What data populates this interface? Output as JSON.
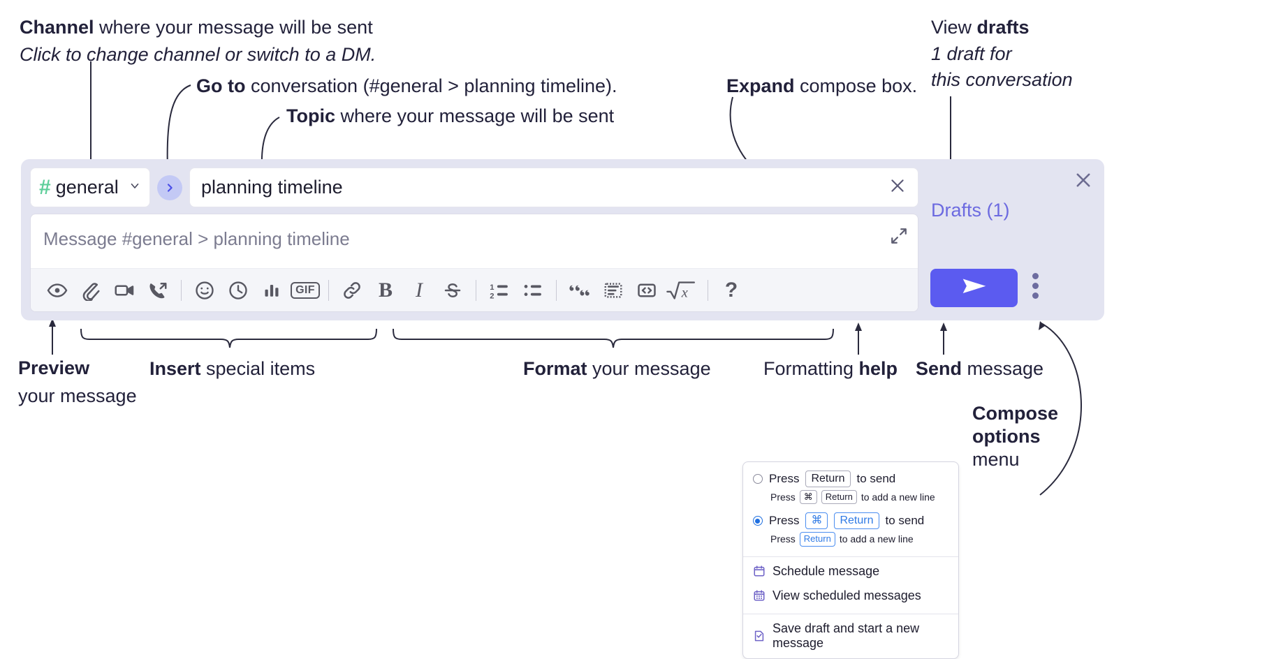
{
  "annotations": {
    "channel": {
      "bold": "Channel",
      "rest": " where your message will be sent",
      "sub": "Click to change channel or switch to a DM."
    },
    "goto": {
      "bold": "Go to",
      "rest": " conversation (#general > planning timeline)."
    },
    "topic": {
      "bold": "Topic",
      "rest": " where your message will be sent"
    },
    "expand": {
      "bold": "Expand",
      "rest": " compose box."
    },
    "drafts": {
      "lead": "View ",
      "bold": "drafts",
      "sub1": "1 draft for",
      "sub2": "this conversation"
    },
    "preview": {
      "bold": "Preview",
      "sub": "your message"
    },
    "insert": {
      "bold": "Insert",
      "rest": " special items"
    },
    "format": {
      "bold": "Format",
      "rest": " your message"
    },
    "formatting_help": {
      "lead": "Formatting ",
      "bold": "help"
    },
    "send": {
      "bold": "Send",
      "rest": " message"
    },
    "compose_options": {
      "bold1": "Compose",
      "bold2": "options",
      "rest": "menu"
    }
  },
  "compose": {
    "channel_name": "general",
    "hash_icon": "#",
    "chevron_icon": "chevron-down",
    "goto_icon": "chevron-right",
    "topic_value": "planning timeline",
    "topic_clear_icon": "close-x",
    "message_placeholder": "Message #general > planning timeline",
    "expand_icon": "expand-arrows",
    "close_icon": "close-x",
    "drafts_label": "Drafts (1)",
    "send_icon": "paper-plane",
    "kebab_icon": "vertical-dots",
    "toolbar": [
      {
        "name": "preview-eye-icon",
        "label": "Preview"
      },
      {
        "name": "attachment-paperclip-icon",
        "label": "Attach file"
      },
      {
        "name": "video-camera-icon",
        "label": "Video clip"
      },
      {
        "name": "audio-call-icon",
        "label": "Audio clip"
      },
      {
        "name": "separator",
        "label": ""
      },
      {
        "name": "emoji-smiley-icon",
        "label": "Emoji"
      },
      {
        "name": "clock-icon",
        "label": "Reminder"
      },
      {
        "name": "poll-bars-icon",
        "label": "Poll"
      },
      {
        "name": "gif-icon",
        "label": "GIF"
      },
      {
        "name": "separator",
        "label": ""
      },
      {
        "name": "link-icon",
        "label": "Link"
      },
      {
        "name": "bold-icon",
        "label": "B"
      },
      {
        "name": "italic-icon",
        "label": "I"
      },
      {
        "name": "strikethrough-icon",
        "label": "S"
      },
      {
        "name": "separator",
        "label": ""
      },
      {
        "name": "ordered-list-icon",
        "label": "Numbered list"
      },
      {
        "name": "bulleted-list-icon",
        "label": "Bulleted list"
      },
      {
        "name": "separator",
        "label": ""
      },
      {
        "name": "blockquote-icon",
        "label": "Blockquote"
      },
      {
        "name": "code-block-icon",
        "label": "Code block"
      },
      {
        "name": "inline-code-icon",
        "label": "Code"
      },
      {
        "name": "latex-icon",
        "label": "LaTeX"
      },
      {
        "name": "separator",
        "label": ""
      },
      {
        "name": "formatting-help-icon",
        "label": "?"
      }
    ]
  },
  "options_menu": {
    "option1": {
      "press": "Press",
      "key": "Return",
      "tail": "to send"
    },
    "option1_sub": {
      "press": "Press",
      "key1": "⌘",
      "key2": "Return",
      "tail": "to add a new line"
    },
    "option2": {
      "press": "Press",
      "key1": "⌘",
      "key2": "Return",
      "tail": "to send"
    },
    "option2_sub": {
      "press": "Press",
      "key": "Return",
      "tail": "to add a new line"
    },
    "items": [
      {
        "icon": "calendar-schedule-icon",
        "label": "Schedule message"
      },
      {
        "icon": "calendar-grid-icon",
        "label": "View scheduled messages"
      },
      {
        "icon": "save-draft-icon",
        "label": "Save draft and start a new message"
      }
    ]
  },
  "colors": {
    "panel_bg": "#e3e4f1",
    "accent_purple": "#5b5bf0",
    "hash_green": "#5ece9a",
    "link_purple": "#6c6ae0",
    "radio_blue": "#1f6fe0"
  }
}
